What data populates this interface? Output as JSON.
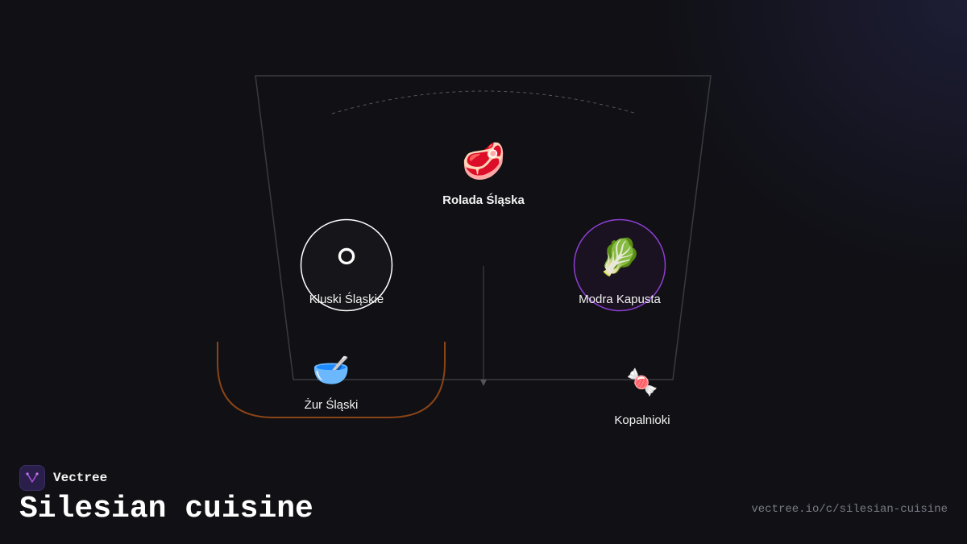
{
  "brand": {
    "name": "Vectree"
  },
  "title": "Silesian cuisine",
  "url": "vectree.io/c/silesian-cuisine",
  "nodes": [
    {
      "id": "rolada",
      "label": "Rolada Śląska",
      "icon": "meat-icon",
      "glyph": "🥩"
    },
    {
      "id": "kluski",
      "label": "Kluski Śląskie",
      "icon": "dumpling-icon",
      "glyph": "⚪"
    },
    {
      "id": "modra",
      "label": "Modra Kapusta",
      "icon": "cabbage-icon",
      "glyph": "🥬"
    },
    {
      "id": "zur",
      "label": "Żur Śląski",
      "icon": "soup-bowl-icon",
      "glyph": "🥣"
    },
    {
      "id": "kopalnioki",
      "label": "Kopalnioki",
      "icon": "candy-icon",
      "glyph": "🍬"
    }
  ],
  "colors": {
    "background": "#101015",
    "frame": "#3a3a40",
    "kluski_ring": "#ffffff",
    "modra_ring": "#8b3fd1",
    "zur_arc": "#8a4416",
    "brand_accent": "#a64fd6"
  }
}
